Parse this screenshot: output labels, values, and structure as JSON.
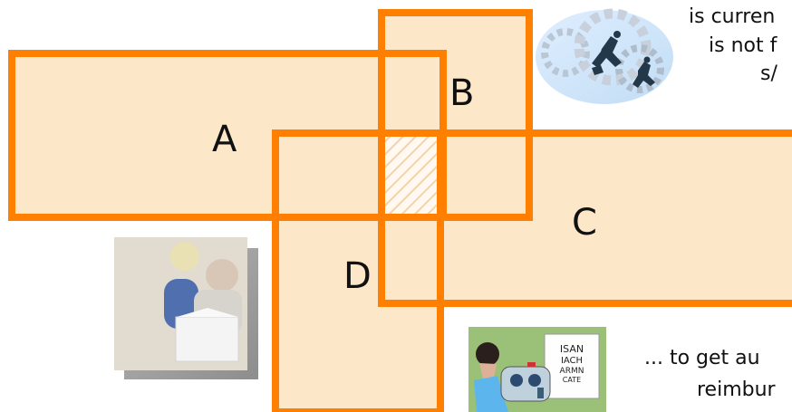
{
  "diagram": {
    "regions": [
      {
        "id": "A",
        "label": "A"
      },
      {
        "id": "B",
        "label": "B"
      },
      {
        "id": "C",
        "label": "C"
      },
      {
        "id": "D",
        "label": "D"
      }
    ],
    "colors": {
      "stroke": "#ff7f00",
      "fill": "#fde7c9",
      "hatch": "#f5d9b7"
    }
  },
  "captions": {
    "top_right": {
      "line1": "is curren",
      "line2": "is not f",
      "line3": "s/"
    },
    "bottom_right": {
      "line1": "... to get au",
      "line2": "reimbur"
    }
  },
  "images": {
    "top_right_clipart": "business-gears-icon",
    "left_photo": "couple-with-laptop-photo",
    "bottom_clipart": "eye-exam-icon"
  }
}
